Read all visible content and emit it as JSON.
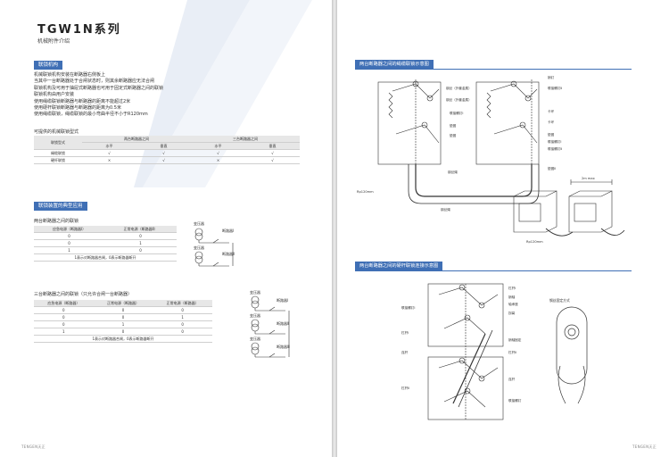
{
  "left": {
    "series_title": "TGW1N系列",
    "series_subtitle": "机械附件介绍",
    "sec_interlock": "联锁机构",
    "interlock_lines": [
      "机械联锁机构安装在断路器右侧板上",
      "当其中一台断路器处于合闸状态时，则其余断路器应无法合闸",
      "联锁机构及可用于抽屉式断路器也可用于固定式断路器之间的联锁",
      "联锁机构由用户安装",
      "使用绳缆联锁断路器与断路器的距离不能超过2米",
      "使用硬杆联锁断路器与断路器的距离为0.5米",
      "使用绳缆联锁，绳缆联锁的最小弯曲半径不小于R120mm"
    ],
    "types_caption": "可提供的机械联锁型式",
    "table1": {
      "header_rowlabel": "联锁型式",
      "group_headers": [
        "两台断路器之间",
        "三台断路器之间"
      ],
      "sub_headers": [
        "水平",
        "垂直",
        "水平",
        "垂直"
      ],
      "rows": [
        {
          "label": "绳缆联锁",
          "cells": [
            "√",
            "√",
            "√",
            "√"
          ]
        },
        {
          "label": "硬杆联锁",
          "cells": [
            "×",
            "√",
            "×",
            "√"
          ]
        }
      ]
    },
    "sec_typical": "联锁装置的典型应用",
    "two_caption": "两台断路器之间的联锁",
    "table2": {
      "headers": [
        "应急电源（断路器Ⅰ）",
        "正常电源（断路器Ⅱ）"
      ],
      "rows": [
        [
          "0",
          "0"
        ],
        [
          "0",
          "1"
        ],
        [
          "1",
          "0"
        ]
      ],
      "note": "1表示对断路器合闸，0表示断路器断开"
    },
    "three_caption": "三台断路器之间的联锁（只允许合闸一台断路器）",
    "table3": {
      "headers": [
        "应急电源（断路器）",
        "正常电源（断路器）",
        "正常电源（断路器）"
      ],
      "rows": [
        [
          "0",
          "0",
          "0"
        ],
        [
          "0",
          "0",
          "1"
        ],
        [
          "0",
          "1",
          "0"
        ],
        [
          "1",
          "0",
          "0"
        ]
      ],
      "note": "1表示对断路器合闸，0表示断路器断开"
    },
    "d2": {
      "transformer1": "变压器",
      "transformer2": "变压器",
      "breaker1": "断路器Ⅰ",
      "breaker2": "断路器Ⅱ"
    },
    "d3": {
      "transformer1": "变压器",
      "transformer2": "变压器",
      "transformer3": "变压器",
      "breaker1": "断路器Ⅰ",
      "breaker2": "断路器Ⅱ",
      "breaker3": "断路器Ⅲ"
    },
    "footer": "TENGEN天正"
  },
  "right": {
    "title1": "两台断路器之间的绳缆联锁示意图",
    "title2": "两台断路器之间的硬杆联锁连接示意图",
    "c1_labels": {
      "a": "钢丝（外套金属）",
      "b": "钢丝（外套金属）",
      "c": "联接螺钉Ⅰ",
      "d": "垫圈",
      "e": "垫圈",
      "f": "钢丝绳",
      "r1": "销钉",
      "r2": "联接螺钉Ⅱ",
      "r3": "卡环",
      "r4": "卡环",
      "r5": "垫圈",
      "r6": "联接螺钉Ⅰ",
      "r7": "联接螺钉Ⅱ",
      "r8": "垫圈Ⅱ",
      "bend": "Rp120mm",
      "cable2": "钢丝绳"
    },
    "c2_labels": {
      "dim": "2m max",
      "bend": "Rp120mm"
    },
    "c3_labels": {
      "a": "联接螺钉Ⅰ",
      "b": "杠杆Ⅰ",
      "c": "连杆",
      "d": "杠杆Ⅱ",
      "r1": "杠杆Ⅰ",
      "r2": "销轴",
      "r3": "轴承座",
      "r4": "拐臂",
      "r5": "销轴固定",
      "r6": "杠杆Ⅱ",
      "r7": "连杆",
      "r8": "联接螺钉"
    },
    "detail": "钢丝固定方式",
    "footer": "TENGEN天正"
  }
}
